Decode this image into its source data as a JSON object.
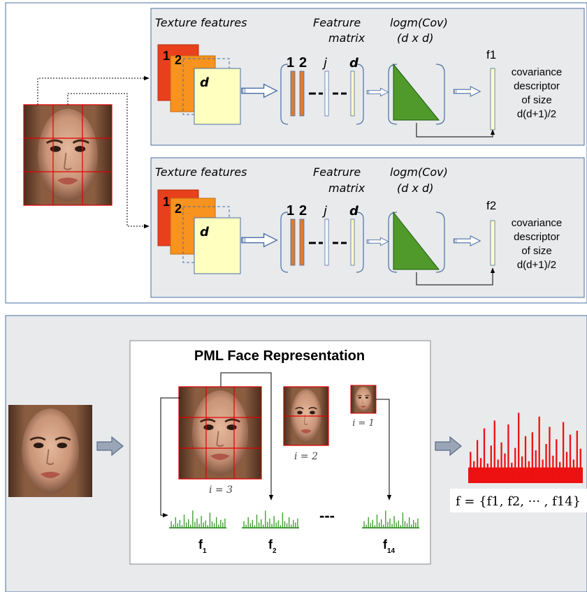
{
  "top_panel": {
    "pipelines": [
      {
        "texture_label": "Texture features",
        "matrix_label_1": "Featrure",
        "matrix_label_2": "matrix",
        "logm_label_1": "logm(Cov)",
        "logm_label_2": "(d x d)",
        "layer_labels": [
          "1",
          "2",
          "d"
        ],
        "column_labels": [
          "1",
          "2",
          "j",
          "d"
        ],
        "feature_name": "f1",
        "descriptor_lines": [
          "covariance",
          "descriptor",
          "of size",
          "d(d+1)/2"
        ]
      },
      {
        "texture_label": "Texture features",
        "matrix_label_1": "Featrure",
        "matrix_label_2": "matrix",
        "logm_label_1": "logm(Cov)",
        "logm_label_2": "(d x d)",
        "layer_labels": [
          "1",
          "2",
          "d"
        ],
        "column_labels": [
          "1",
          "2",
          "j",
          "d"
        ],
        "feature_name": "f2",
        "descriptor_lines": [
          "covariance",
          "descriptor",
          "of size",
          "d(d+1)/2"
        ]
      }
    ]
  },
  "bottom_panel": {
    "title": "PML Face Representation",
    "scale_labels": [
      "i = 3",
      "i = 2",
      "i = 1"
    ],
    "histogram_labels": [
      {
        "base": "f",
        "sub": "1"
      },
      {
        "base": "f",
        "sub": "2"
      },
      {
        "base": "f",
        "sub": "14"
      }
    ],
    "ellipsis": "---",
    "formula": "f = {f1, f2, ··· , f14}"
  },
  "colors": {
    "panel_bg": "#e8eaec",
    "panel_border": "#4a6fa5",
    "layer_red": "#e8401c",
    "layer_orange": "#f7931e",
    "layer_yellow": "#ffffc0",
    "column_orange": "#e07a2e",
    "triangle_green": "#4f9a2a",
    "histogram_green": "#3a9a2a",
    "histogram_red": "#ee1111",
    "grid_red": "#e00000"
  }
}
